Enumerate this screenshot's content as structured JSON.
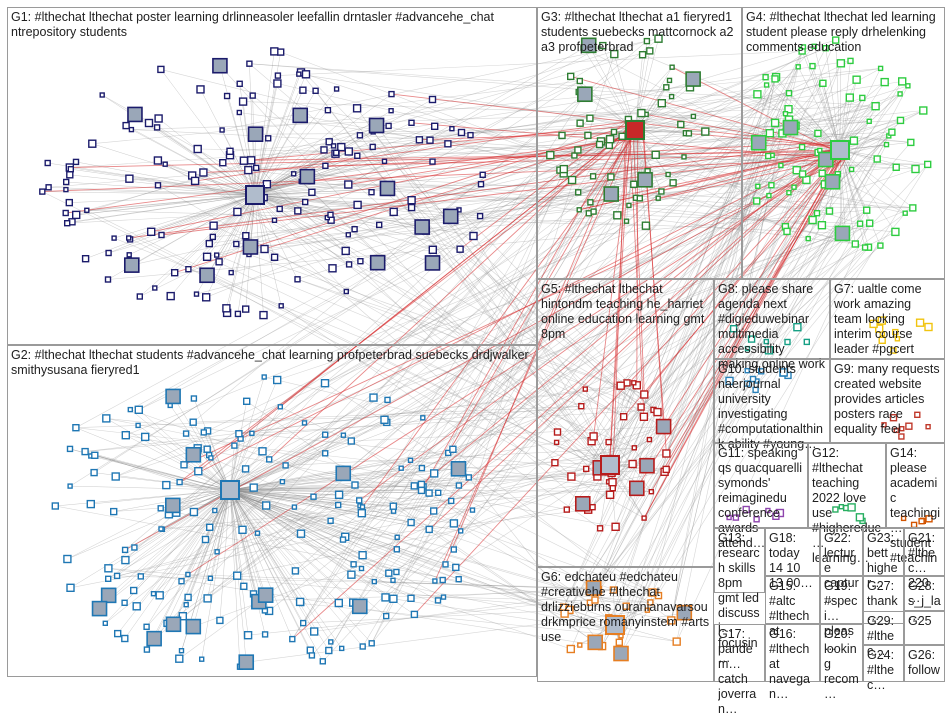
{
  "title": "",
  "groups": [
    {
      "id": "G1",
      "label": "G1: #lthechat lthechat poster learning drlinneasoler leefallin drntasler #advancehe_chat ntrepository students",
      "color": "#1b1b6b"
    },
    {
      "id": "G2",
      "label": "G2: #lthechat lthechat students #advancehe_chat learning profpeterbrad suebecks drdjwalker smithysusana fieryred1",
      "color": "#1f77b4"
    },
    {
      "id": "G3",
      "label": "G3: #lthechat lthechat a1 fieryred1 students suebecks mattcornock a2 a3 profpeterbrad",
      "color": "#2e7d32"
    },
    {
      "id": "G4",
      "label": "G4: #lthechat lthechat led learning student please reply drhelenking comments education",
      "color": "#2ecc40"
    },
    {
      "id": "G5",
      "label": "G5: #lthechat lthechat hintondm teaching he_harriet online education learning gmt 8pm",
      "color": "#b71c1c"
    },
    {
      "id": "G6",
      "label": "G6: edchateu #edchateu #creativehe #lthechat drlizzieburns ouranianavarsou drkmprice romanyinstem #arts use",
      "color": "#e67e22"
    },
    {
      "id": "G7",
      "label": "G7: ualtle come work amazing team looking interim course leader #pgcert",
      "color": "#f1c40f"
    },
    {
      "id": "G8",
      "label": "G8: please share agenda next #digieduwebinar multimedia accessibility making online work",
      "color": "#16a085"
    },
    {
      "id": "G9",
      "label": "G9: many requests created website provides articles posters race equality feel",
      "color": "#c0392b"
    },
    {
      "id": "G10",
      "label": "G10: students naerjournal university investigating #computationalthink ability #young…",
      "color": "#2980b9"
    },
    {
      "id": "G11",
      "label": "G11: speaking qs quacquarelli symonds' reimaginedu conference awards attend…",
      "color": "#8e44ad"
    },
    {
      "id": "G12",
      "label": "G12: #lthechat teaching 2022 love use #highereduc… learning…",
      "color": "#27ae60"
    },
    {
      "id": "G13",
      "label": "G13: research skills 8pm gmt led discussi… focusin…",
      "color": "#7f8c8d"
    },
    {
      "id": "G14",
      "label": "G14: please academic teachingi… student #teachin…",
      "color": "#d35400"
    },
    {
      "id": "G15",
      "label": "G15: #altc #lthechat",
      "color": "#2c3e50"
    },
    {
      "id": "G16",
      "label": "G16: #lthechat navegan…",
      "color": "#1abc9c"
    },
    {
      "id": "G17",
      "label": "G17: pandem… catch joverran…",
      "color": "#9b59b6"
    },
    {
      "id": "G18",
      "label": "G18: today 14 10 13 00…",
      "color": "#34495e"
    },
    {
      "id": "G19",
      "label": "G19: #speci… pleas…",
      "color": "#e74c3c"
    },
    {
      "id": "G20",
      "label": "G20: looking recom…",
      "color": "#3498db"
    },
    {
      "id": "G21",
      "label": "G21: #lthec… 220…",
      "color": "#6c3483"
    },
    {
      "id": "G22",
      "label": "G22: lecture captur…",
      "color": "#117864"
    },
    {
      "id": "G23",
      "label": "G23: bett higher…",
      "color": "#af601a"
    },
    {
      "id": "G24",
      "label": "G24: #lthec…",
      "color": "#1f618d"
    },
    {
      "id": "G25",
      "label": "G25",
      "color": "#7d3c98"
    },
    {
      "id": "G26",
      "label": "G26: follow",
      "color": "#148f77"
    },
    {
      "id": "G27",
      "label": "G27: thank…",
      "color": "#b03a2e"
    },
    {
      "id": "G28",
      "label": "G28: s_j_la…",
      "color": "#283747"
    },
    {
      "id": "G29",
      "label": "G29: #lthec…",
      "color": "#a04000"
    }
  ],
  "edge_colors": {
    "grey": "#8a8a8a",
    "red": "#d62728"
  }
}
